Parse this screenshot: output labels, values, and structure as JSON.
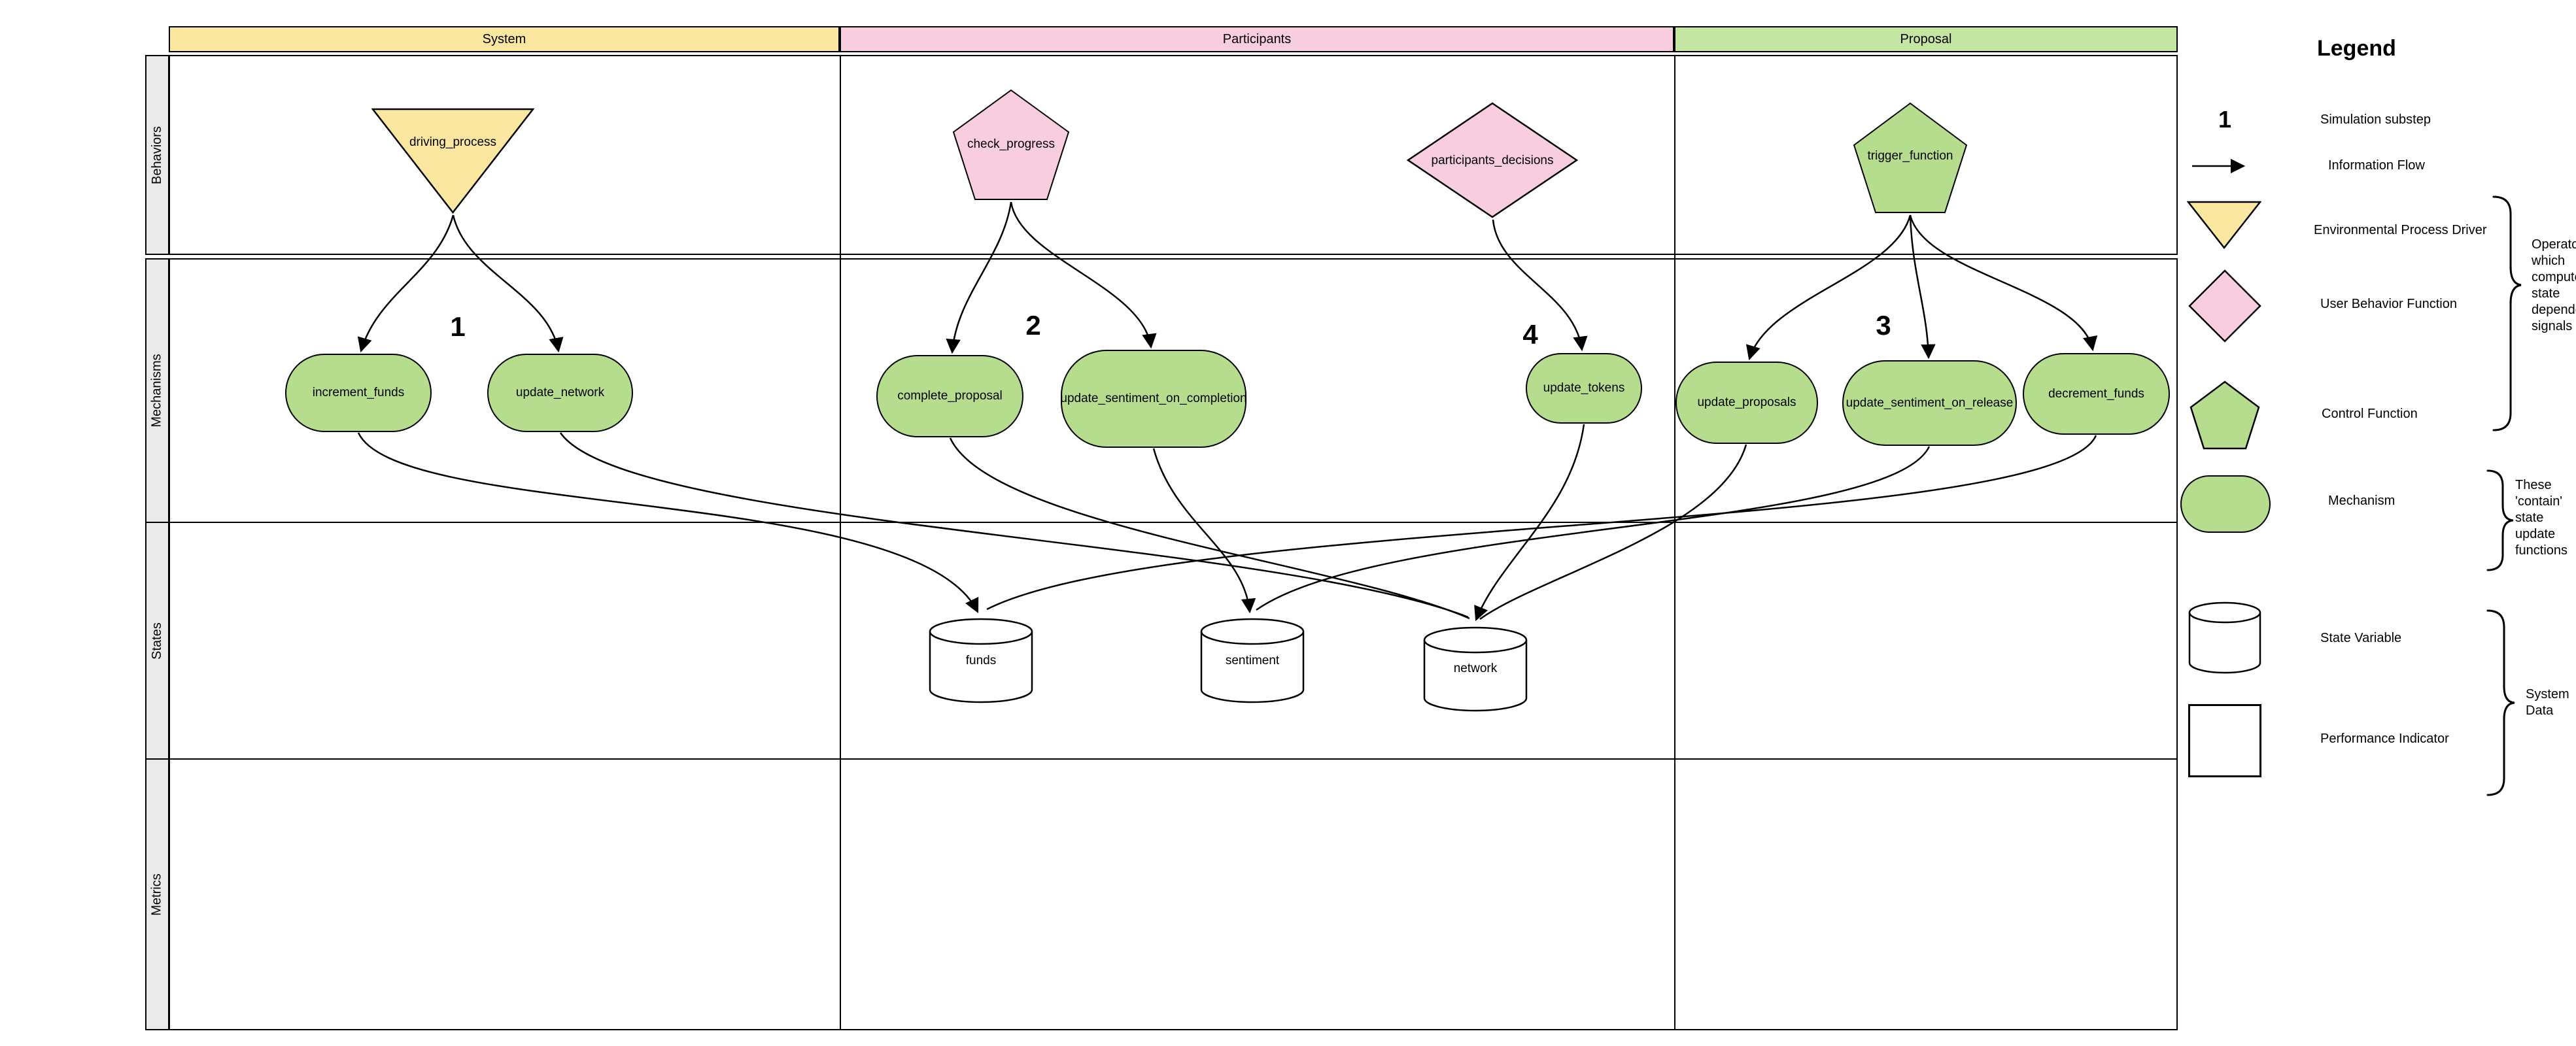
{
  "colors": {
    "yellow": "#FBE79F",
    "pink": "#F8CDDF",
    "green_shape": "#B6DD8E",
    "green_header": "#C5E6A3",
    "row_label_bg": "#EAEAEA",
    "line": "#000000"
  },
  "grid": {
    "columns": [
      {
        "label": "System"
      },
      {
        "label": "Participants"
      },
      {
        "label": "Proposal"
      }
    ],
    "rows": [
      {
        "label": "Behaviors"
      },
      {
        "label": "Mechanisms"
      },
      {
        "label": "States"
      },
      {
        "label": "Metrics"
      }
    ]
  },
  "nodes": {
    "behaviors": [
      {
        "id": "driving_process",
        "label": "driving_process",
        "shape": "triangle-down",
        "column": "System"
      },
      {
        "id": "check_progress",
        "label": "check_progress",
        "shape": "pentagon",
        "column": "Participants"
      },
      {
        "id": "participants_decisions",
        "label": "participants_decisions",
        "shape": "diamond",
        "column": "Participants"
      },
      {
        "id": "trigger_function",
        "label": "trigger_function",
        "shape": "pentagon",
        "column": "Proposal"
      }
    ],
    "mechanisms": [
      {
        "id": "increment_funds",
        "label": "increment_funds",
        "column": "System"
      },
      {
        "id": "update_network",
        "label": "update_network",
        "column": "System"
      },
      {
        "id": "complete_proposal",
        "label": "complete_proposal",
        "column": "Participants"
      },
      {
        "id": "update_sentiment_on_completion",
        "label": "update_sentiment_on_completion",
        "column": "Participants"
      },
      {
        "id": "update_tokens",
        "label": "update_tokens",
        "column": "Participants"
      },
      {
        "id": "update_proposals",
        "label": "update_proposals",
        "column": "Proposal"
      },
      {
        "id": "update_sentiment_on_release",
        "label": "update_sentiment_on_release",
        "column": "Proposal"
      },
      {
        "id": "decrement_funds",
        "label": "decrement_funds",
        "column": "Proposal"
      }
    ],
    "states": [
      {
        "id": "funds",
        "label": "funds"
      },
      {
        "id": "sentiment",
        "label": "sentiment"
      },
      {
        "id": "network",
        "label": "network"
      }
    ]
  },
  "substeps": [
    {
      "value": "1",
      "column": "System"
    },
    {
      "value": "2",
      "column": "Participants"
    },
    {
      "value": "4",
      "column": "Participants"
    },
    {
      "value": "3",
      "column": "Proposal"
    }
  ],
  "flows": [
    {
      "from": "driving_process",
      "to": "increment_funds"
    },
    {
      "from": "driving_process",
      "to": "update_network"
    },
    {
      "from": "check_progress",
      "to": "complete_proposal"
    },
    {
      "from": "check_progress",
      "to": "update_sentiment_on_completion"
    },
    {
      "from": "participants_decisions",
      "to": "update_tokens"
    },
    {
      "from": "trigger_function",
      "to": "update_proposals"
    },
    {
      "from": "trigger_function",
      "to": "update_sentiment_on_release"
    },
    {
      "from": "trigger_function",
      "to": "decrement_funds"
    },
    {
      "from": "increment_funds",
      "to": "funds"
    },
    {
      "from": "update_network",
      "to": "network"
    },
    {
      "from": "complete_proposal",
      "to": "network"
    },
    {
      "from": "update_sentiment_on_completion",
      "to": "sentiment"
    },
    {
      "from": "update_tokens",
      "to": "network"
    },
    {
      "from": "update_proposals",
      "to": "network"
    },
    {
      "from": "update_sentiment_on_release",
      "to": "sentiment"
    },
    {
      "from": "decrement_funds",
      "to": "funds"
    }
  ],
  "legend": {
    "title": "Legend",
    "items": [
      {
        "symbol": "1",
        "label": "Simulation substep"
      },
      {
        "icon": "arrow-right",
        "label": "Information Flow"
      },
      {
        "icon": "triangle-down",
        "label": "Environmental Process Driver"
      },
      {
        "icon": "diamond",
        "label": "User Behavior Function"
      },
      {
        "icon": "pentagon",
        "label": "Control Function"
      },
      {
        "icon": "pill",
        "label": "Mechanism"
      },
      {
        "icon": "cylinder",
        "label": "State Variable"
      },
      {
        "icon": "square",
        "label": "Performance Indicator"
      }
    ],
    "annotations": {
      "operators": "Operators\nwhich\ncompute\nstate\ndependent\nsignals",
      "mechanisms": "These\n'contain'\nstate\nupdate\nfunctions",
      "system_data": "System\nData"
    }
  }
}
